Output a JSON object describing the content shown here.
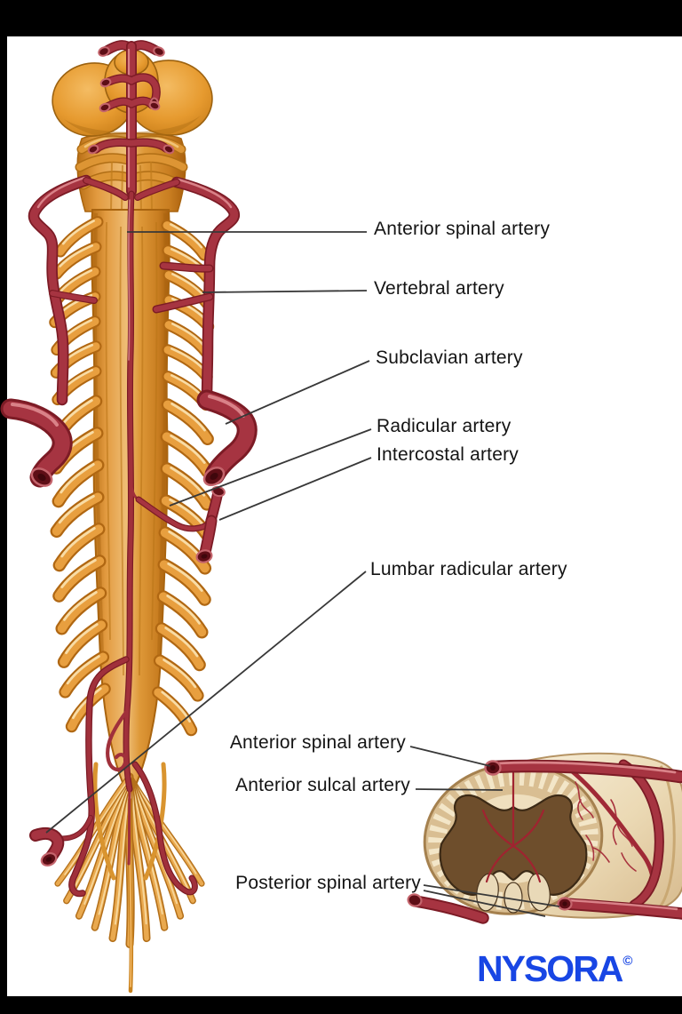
{
  "figure": {
    "type": "anatomical-diagram",
    "subject": "Arterial blood supply of the spinal cord with axial cross-section",
    "background": "#ffffff",
    "frame_color": "#000000"
  },
  "labels": {
    "anterior_spinal_artery_top": "Anterior spinal artery",
    "vertebral_artery": "Vertebral artery",
    "subclavian_artery": "Subclavian artery",
    "radicular_artery": "Radicular artery",
    "intercostal_artery": "Intercostal artery",
    "lumbar_radicular_artery": "Lumbar radicular artery",
    "anterior_spinal_artery_section": "Anterior spinal artery",
    "anterior_sulcal_artery": "Anterior sulcal artery",
    "posterior_spinal_artery": "Posterior spinal artery"
  },
  "logo": {
    "text": "NYSORA",
    "mark": "©",
    "color": "#1846E4"
  },
  "colors": {
    "artery_red": "#A63441",
    "artery_dark": "#7C1B25",
    "artery_cut": "#5E0E16",
    "nerve_orange": "#E89F3F",
    "cord_tan": "#E29A3F",
    "cerebellum_orange": "#E69A2F",
    "section_cream": "#EBD9B4",
    "gray_matter_brown": "#6E4E2C",
    "leader_line": "#383838",
    "label_text": "#141414"
  }
}
